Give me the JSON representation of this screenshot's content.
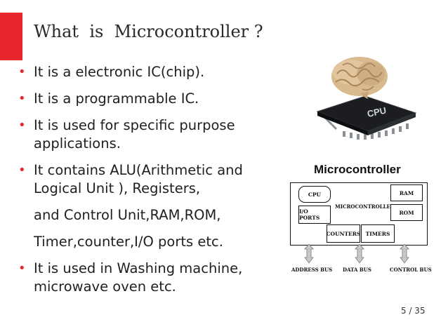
{
  "slide": {
    "title": "What  is  Microcontroller ?",
    "page_number": "5 / 35",
    "accent_color": "#e8262c"
  },
  "bullets": [
    {
      "text": "It is a electronic IC(chip)."
    },
    {
      "text": "It is a programmable IC."
    },
    {
      "text": "It is used for specific purpose applications."
    },
    {
      "text": "It contains ALU(Arithmetic and Logical Unit ), Registers,"
    },
    {
      "text": "It is used in Washing machine, microwave oven etc."
    }
  ],
  "continuation_lines": [
    "and Control Unit,RAM,ROM,",
    "Timer,counter,I/O ports etc."
  ],
  "figure": {
    "chip_label": "CPU",
    "diagram_title": "Microcontroller",
    "blocks": {
      "cpu": "CPU",
      "io_ports": "I/O PORTS",
      "center": "MICROCONTROLLER",
      "ram": "RAM",
      "rom": "ROM",
      "counters": "COUNTERS",
      "timers": "TIMERS"
    },
    "buses": {
      "address": "ADDRESS BUS",
      "data": "DATA BUS",
      "control": "CONTROL BUS"
    }
  }
}
